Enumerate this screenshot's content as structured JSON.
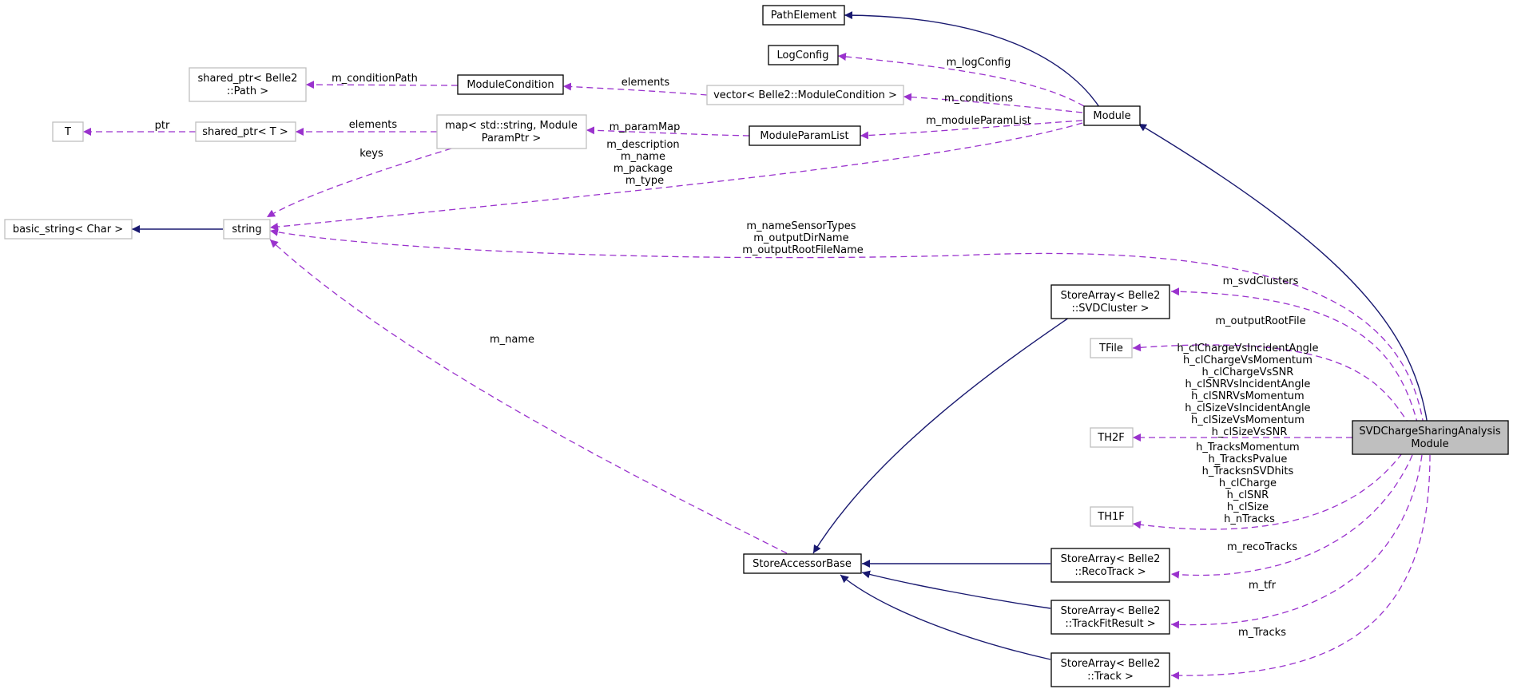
{
  "nodes": {
    "pathelement": {
      "lines": [
        "PathElement"
      ]
    },
    "logconfig": {
      "lines": [
        "LogConfig"
      ]
    },
    "module": {
      "lines": [
        "Module"
      ]
    },
    "shared_ptr_path": {
      "lines": [
        "shared_ptr< Belle2",
        "::Path >"
      ]
    },
    "modulecondition": {
      "lines": [
        "ModuleCondition"
      ]
    },
    "vector_modcond": {
      "lines": [
        "vector< Belle2::ModuleCondition >"
      ]
    },
    "t": {
      "lines": [
        "T"
      ]
    },
    "shared_ptr_t": {
      "lines": [
        "shared_ptr< T >"
      ]
    },
    "map_param": {
      "lines": [
        "map< std::string, Module",
        "ParamPtr >"
      ]
    },
    "moduleparamlist": {
      "lines": [
        "ModuleParamList"
      ]
    },
    "basic_string": {
      "lines": [
        "basic_string< Char >"
      ]
    },
    "string": {
      "lines": [
        "string"
      ]
    },
    "storearray_svdcluster": {
      "lines": [
        "StoreArray< Belle2",
        "::SVDCluster >"
      ]
    },
    "tfile": {
      "lines": [
        "TFile"
      ]
    },
    "th2f": {
      "lines": [
        "TH2F"
      ]
    },
    "th1f": {
      "lines": [
        "TH1F"
      ]
    },
    "svd_module": {
      "lines": [
        "SVDChargeSharingAnalysis",
        "Module"
      ]
    },
    "storeaccessorbase": {
      "lines": [
        "StoreAccessorBase"
      ]
    },
    "storearray_recotrack": {
      "lines": [
        "StoreArray< Belle2",
        "::RecoTrack >"
      ]
    },
    "storearray_trackfit": {
      "lines": [
        "StoreArray< Belle2",
        "::TrackFitResult >"
      ]
    },
    "storearray_track": {
      "lines": [
        "StoreArray< Belle2",
        "::Track >"
      ]
    }
  },
  "edge_labels": {
    "m_logconfig": [
      "m_logConfig"
    ],
    "m_conditionpath": [
      "m_conditionPath"
    ],
    "elements_modcond": [
      "elements"
    ],
    "m_conditions": [
      "m_conditions"
    ],
    "ptr": [
      "ptr"
    ],
    "elements_sharedptr": [
      "elements"
    ],
    "m_parammap": [
      "m_paramMap"
    ],
    "m_moduleparamlist": [
      "m_moduleParamList"
    ],
    "keys": [
      "keys"
    ],
    "module_strings": [
      "m_description",
      "m_name",
      "m_package",
      "m_type"
    ],
    "svd_strings": [
      "m_nameSensorTypes",
      "m_outputDirName",
      "m_outputRootFileName"
    ],
    "m_svdclusters": [
      "m_svdClusters"
    ],
    "m_outputrootfile": [
      "m_outputRootFile"
    ],
    "th2f_hists": [
      "h_clChargeVsIncidentAngle",
      "h_clChargeVsMomentum",
      "h_clChargeVsSNR",
      "h_clSNRVsIncidentAngle",
      "h_clSNRVsMomentum",
      "h_clSizeVsIncidentAngle",
      "h_clSizeVsMomentum",
      "h_clSizeVsSNR"
    ],
    "th1f_hists": [
      "h_TracksMomentum",
      "h_TracksPvalue",
      "h_TracksnSVDhits",
      "h_clCharge",
      "h_clSNR",
      "h_clSize",
      "h_nTracks"
    ],
    "m_name_sab": [
      "m_name"
    ],
    "m_recotracks": [
      "m_recoTracks"
    ],
    "m_tfr": [
      "m_tfr"
    ],
    "m_tracks": [
      "m_Tracks"
    ]
  },
  "colors": {
    "inheritance_edge": "#191970",
    "usage_edge": "#9a32cd",
    "focus_fill": "#bfbfbf",
    "external_border": "#bfbfbf"
  }
}
